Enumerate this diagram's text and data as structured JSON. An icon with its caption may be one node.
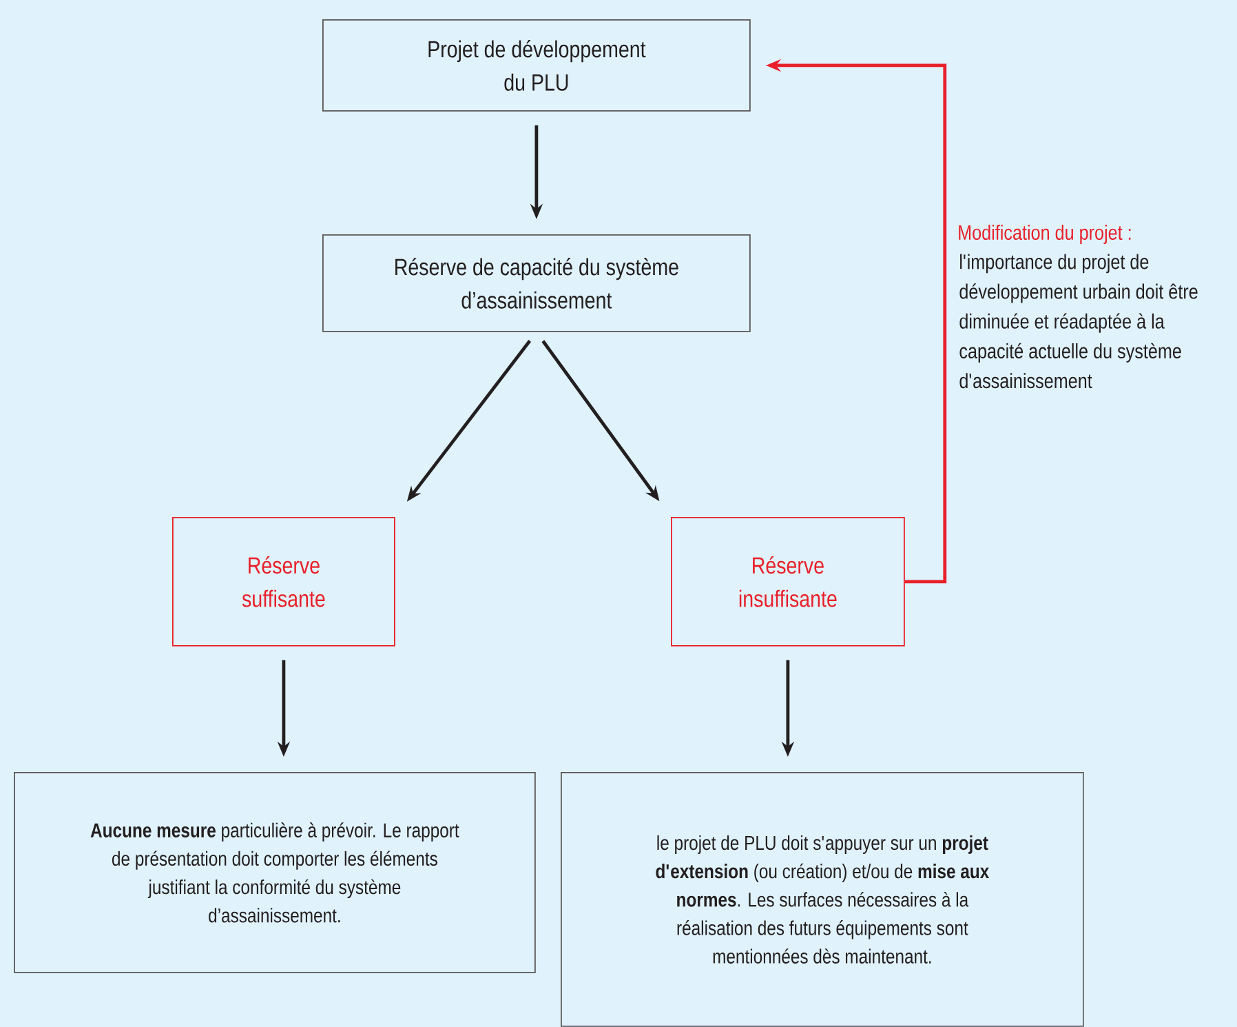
{
  "diagram": {
    "nodes": [
      {
        "text": [
          "Projet de développement du PLU"
        ]
      },
      {
        "text": [
          "Réserve de capacité du système d’assainissement"
        ]
      },
      {
        "text": [
          "Réserve suffisante"
        ]
      },
      {
        "text": [
          "Réserve insuffisante"
        ]
      },
      {
        "text": [
          "**Aucune mesure** particulière à prévoir. Le rapport de présentation doit comporter les éléments justifiant la conformité du système d’assainissement."
        ]
      },
      {
        "text": [
          "le projet de PLU doit s'appuyer sur un **projet d'extension** (ou création) et/ou de **mise aux normes**. Les surfaces nécessaires à la réalisation des futurs équipements sont mentionnées dès maintenant."
        ]
      }
    ],
    "edges": [
      {
        "from": 0,
        "to": 1,
        "arrow": "to"
      },
      {
        "from": 1,
        "to": 2,
        "arrow": "to"
      },
      {
        "from": 1,
        "to": 3,
        "arrow": "to"
      },
      {
        "from": 2,
        "to": 4,
        "arrow": "to"
      },
      {
        "from": 3,
        "to": 5,
        "arrow": "to"
      },
      {
        "from": 3,
        "to": 0,
        "arrow": "to",
        "color": "#e8202a",
        "label": "Modification du projet :"
      }
    ],
    "labels": [
      "l'importance du projet de développement urbain doit être diminuée et réadaptée à la capacité actuelle du système d'assainissement"
    ]
  }
}
